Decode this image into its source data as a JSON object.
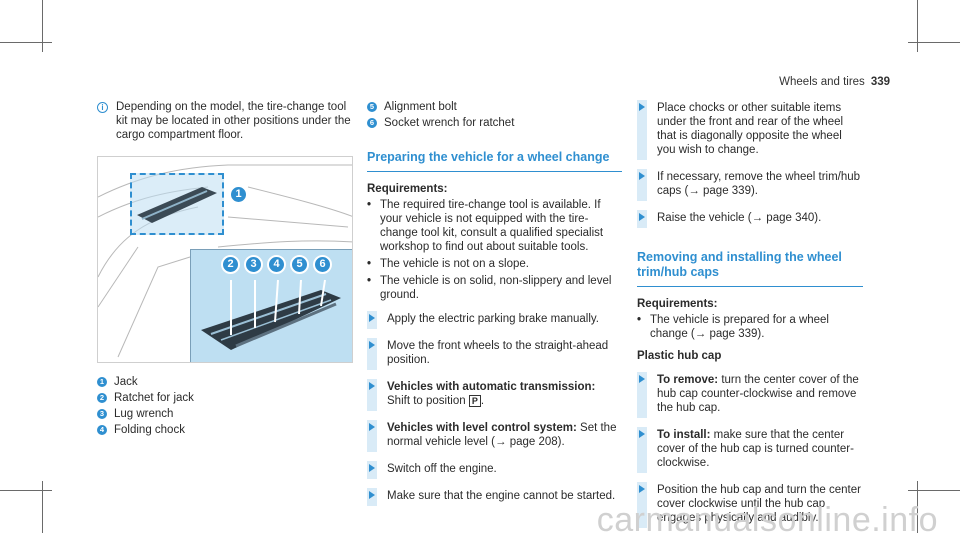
{
  "header": {
    "title": "Wheels and tires",
    "page": "339"
  },
  "note": "Depending on the model, the tire-change tool kit may be located in other positions under the cargo compartment floor.",
  "figure": {
    "callouts": [
      "1",
      "2",
      "3",
      "4",
      "5",
      "6"
    ]
  },
  "legend": [
    {
      "n": "1",
      "text": "Jack"
    },
    {
      "n": "2",
      "text": "Ratchet for jack"
    },
    {
      "n": "3",
      "text": "Lug wrench"
    },
    {
      "n": "4",
      "text": "Folding chock"
    },
    {
      "n": "5",
      "text": "Alignment bolt"
    },
    {
      "n": "6",
      "text": "Socket wrench for ratchet"
    }
  ],
  "section1": {
    "title": "Preparing the vehicle for a wheel change",
    "req_title": "Requirements:",
    "requirements": [
      "The required tire-change tool is available. If your vehicle is not equipped with the tire-change tool kit, consult a qualified specialist workshop to find out about suitable tools.",
      "The vehicle is not on a slope.",
      "The vehicle is on solid, non-slippery and level ground."
    ],
    "steps": {
      "s1": "Apply the electric parking brake manually.",
      "s2": "Move the front wheels to the straight-ahead position.",
      "s3_bold": "Vehicles with automatic transmission:",
      "s3_text": "Shift to position",
      "s3_key": "P",
      "s4_bold": "Vehicles with level control system:",
      "s4_text": "Set the normal vehicle level (→ page 208).",
      "s5": "Switch off the engine.",
      "s6": "Make sure that the engine cannot be started."
    }
  },
  "col3": {
    "s1": "Place chocks or other suitable items under the front and rear of the wheel that is diagonally opposite the wheel you wish to change.",
    "s2": "If necessary, remove the wheel trim/hub caps (→ page 339).",
    "s3": "Raise the vehicle (→ page 340)."
  },
  "section2": {
    "title": "Removing and installing the wheel trim/hub caps",
    "req_title": "Requirements:",
    "requirement": "The vehicle is prepared for a wheel change (→ page 339).",
    "sub": "Plastic hub cap",
    "s1_bold": "To remove:",
    "s1_text": "turn the center cover of the hub cap counter-clockwise and remove the hub cap.",
    "s2_bold": "To install:",
    "s2_text": "make sure that the center cover of the hub cap is turned counter-clockwise.",
    "s3": "Position the hub cap and turn the center cover clockwise until the hub cap engages physically and audibly."
  },
  "watermark": "carmanualsonline.info"
}
